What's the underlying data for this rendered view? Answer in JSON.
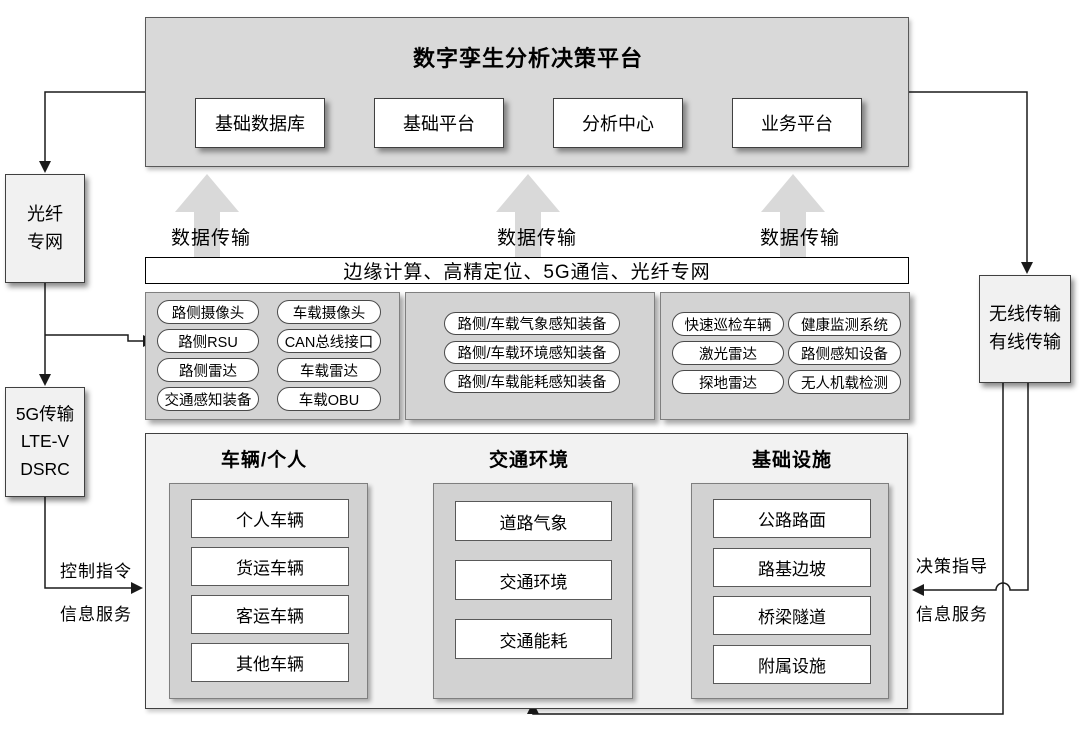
{
  "colors": {
    "platform_fill": "#d9d9d9",
    "group_fill": "#d3d3d3",
    "bottom_fill": "#f2f2f2",
    "column_fill": "#d2d2d2",
    "block_arrow": "#d9d9d9",
    "line": "#1a1a1a"
  },
  "platform": {
    "title": "数字孪生分析决策平台",
    "modules": [
      "基础数据库",
      "基础平台",
      "分析中心",
      "业务平台"
    ]
  },
  "transfer_labels": [
    "数据传输",
    "数据传输",
    "数据传输"
  ],
  "network_bar": "边缘计算、高精定位、5G通信、光纤专网",
  "left_column": {
    "optical_lines": [
      "光纤",
      "专网"
    ],
    "g5_lines": [
      "5G传输",
      "LTE-V",
      "DSRC"
    ],
    "control_label": "控制指令",
    "service_label": "信息服务"
  },
  "right_column": {
    "transmission_lines": [
      "无线传输",
      "有线传输"
    ],
    "decision_label": "决策指导",
    "service_label": "信息服务"
  },
  "sensor_groups": {
    "g1": {
      "col1": [
        "路侧摄像头",
        "路侧RSU",
        "路侧雷达",
        "交通感知装备"
      ],
      "col2": [
        "车载摄像头",
        "CAN总线接口",
        "车载雷达",
        "车载OBU"
      ]
    },
    "g2": {
      "col1": [
        "路侧/车载气象感知装备",
        "路侧/车载环境感知装备",
        "路侧/车载能耗感知装备"
      ]
    },
    "g3": {
      "col1": [
        "快速巡检车辆",
        "激光雷达",
        "探地雷达"
      ],
      "col2": [
        "健康监测系统",
        "路侧感知设备",
        "无人机载检测"
      ]
    }
  },
  "bottom": {
    "col1": {
      "header": "车辆/个人",
      "items": [
        "个人车辆",
        "货运车辆",
        "客运车辆",
        "其他车辆"
      ]
    },
    "col2": {
      "header": "交通环境",
      "items": [
        "道路气象",
        "交通环境",
        "交通能耗"
      ]
    },
    "col3": {
      "header": "基础设施",
      "items": [
        "公路路面",
        "路基边坡",
        "桥梁隧道",
        "附属设施"
      ]
    }
  }
}
